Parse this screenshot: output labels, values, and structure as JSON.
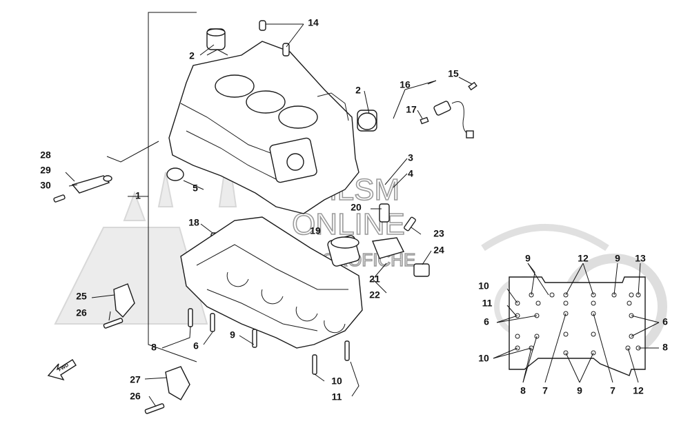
{
  "watermark": {
    "line1": "HLSM",
    "line2": "ONLINE",
    "line3": "MICROFICHE"
  },
  "fwd_label": "FWD",
  "colors": {
    "line": "#1a1a1a",
    "watermark": "#9a9a9a",
    "background": "#ffffff"
  },
  "labels": {
    "l1": "1",
    "l2a": "2",
    "l2b": "2",
    "l3": "3",
    "l4": "4",
    "l5": "5",
    "l6a": "6",
    "l6b": "6",
    "l6c": "6",
    "l7a": "7",
    "l7b": "7",
    "l8a": "8",
    "l8b": "8",
    "l8c": "8",
    "l9a": "9",
    "l9b": "9",
    "l9c": "9",
    "l9d": "9",
    "l10a": "10",
    "l10b": "10",
    "l10c": "10",
    "l11a": "11",
    "l11b": "11",
    "l12a": "12",
    "l12b": "12",
    "l13": "13",
    "l14": "14",
    "l15": "15",
    "l16": "16",
    "l17": "17",
    "l18": "18",
    "l19": "19",
    "l20": "20",
    "l21": "21",
    "l22": "22",
    "l23": "23",
    "l24": "24",
    "l25": "25",
    "l26a": "26",
    "l26b": "26",
    "l27": "27",
    "l28": "28",
    "l29": "29",
    "l30": "30"
  }
}
